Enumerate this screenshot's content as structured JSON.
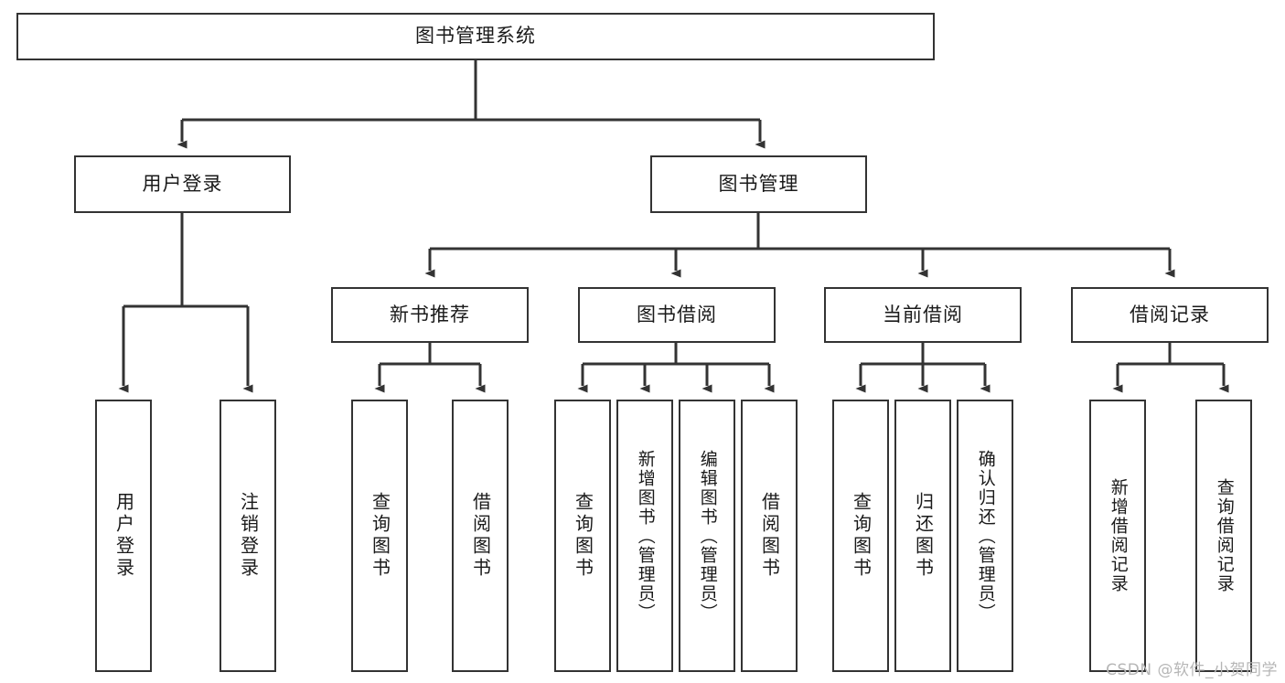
{
  "diagram": {
    "title": "图书管理系统",
    "type": "tree",
    "watermark": "CSDN @软件_小贺同学",
    "nodes": {
      "root": {
        "label": "图书管理系统"
      },
      "l2": [
        {
          "id": "user-login",
          "label": "用户登录"
        },
        {
          "id": "book-manage",
          "label": "图书管理"
        }
      ],
      "l3": [
        {
          "id": "new-book-rec",
          "label": "新书推荐"
        },
        {
          "id": "book-borrow",
          "label": "图书借阅"
        },
        {
          "id": "current-borrow",
          "label": "当前借阅"
        },
        {
          "id": "borrow-record",
          "label": "借阅记录"
        }
      ],
      "leaves": [
        {
          "id": "leaf-user-login",
          "label": "用户登录",
          "parent": "user-login"
        },
        {
          "id": "leaf-user-logout",
          "label": "注销登录",
          "parent": "user-login"
        },
        {
          "id": "leaf-query-book-1",
          "label": "查询图书",
          "parent": "new-book-rec"
        },
        {
          "id": "leaf-borrow-book-1",
          "label": "借阅图书",
          "parent": "new-book-rec"
        },
        {
          "id": "leaf-query-book-2",
          "label": "查询图书",
          "parent": "book-borrow"
        },
        {
          "id": "leaf-add-book",
          "label": "新增图书（管理员）",
          "parent": "book-borrow"
        },
        {
          "id": "leaf-edit-book",
          "label": "编辑图书（管理员）",
          "parent": "book-borrow"
        },
        {
          "id": "leaf-borrow-book-2",
          "label": "借阅图书",
          "parent": "book-borrow"
        },
        {
          "id": "leaf-query-book-3",
          "label": "查询图书",
          "parent": "current-borrow"
        },
        {
          "id": "leaf-return-book",
          "label": "归还图书",
          "parent": "current-borrow"
        },
        {
          "id": "leaf-confirm-return",
          "label": "确认归还（管理员）",
          "parent": "current-borrow"
        },
        {
          "id": "leaf-add-record",
          "label": "新增借阅记录",
          "parent": "borrow-record"
        },
        {
          "id": "leaf-query-record",
          "label": "查询借阅记录",
          "parent": "borrow-record"
        }
      ]
    },
    "colors": {
      "stroke": "#333333",
      "fill": "#ffffff",
      "text": "#1a1a1a",
      "watermark": "#b6b6b6"
    }
  }
}
